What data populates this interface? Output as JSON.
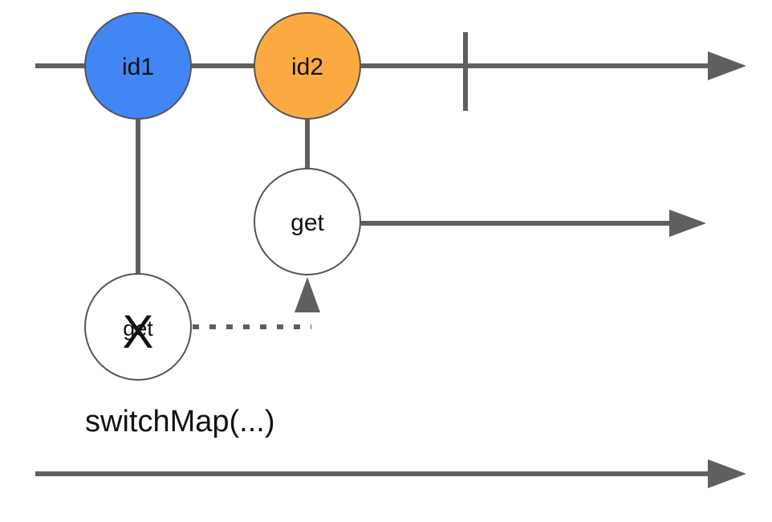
{
  "nodes": {
    "id1": {
      "label": "id1",
      "color": "#4285F4"
    },
    "id2": {
      "label": "id2",
      "color": "#FBAA42"
    },
    "get_active": {
      "label": "get",
      "color": "#FFFFFF"
    },
    "get_cancelled": {
      "label": "get",
      "color": "#FFFFFF",
      "cancel_mark": "X"
    }
  },
  "operator": {
    "label": "switchMap(...)"
  },
  "colors": {
    "line": "#5F5F5F",
    "stroke": "#555555"
  }
}
